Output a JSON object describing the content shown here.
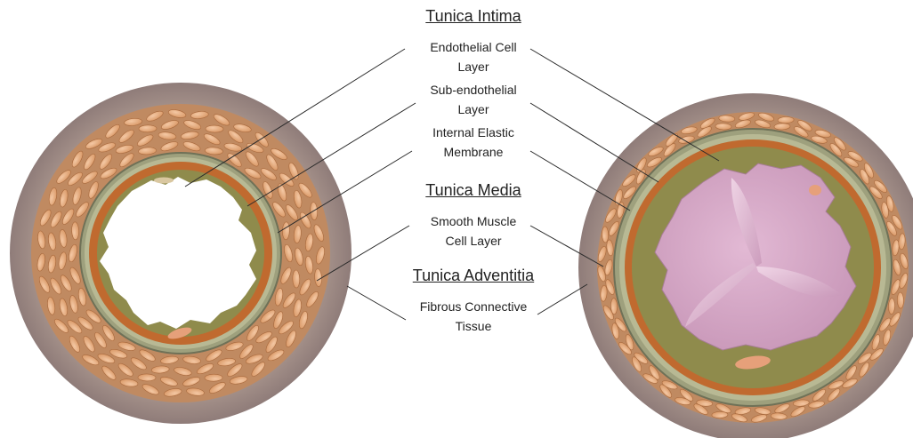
{
  "headings": {
    "intima": "Tunica Intima",
    "media": "Tunica Media",
    "adventitia": "Tunica Adventitia"
  },
  "labels": {
    "endothelial_1": "Endothelial Cell",
    "endothelial_2": "Layer",
    "subendo_1": "Sub-endothelial",
    "subendo_2": "Layer",
    "iem_1": "Internal Elastic",
    "iem_2": "Membrane",
    "smc_1": "Smooth Muscle",
    "smc_2": "Cell Layer",
    "fibrous_1": "Fibrous Connective",
    "fibrous_2": "Tissue"
  },
  "colors": {
    "adventitia": "#a58f89",
    "muscle_band": "#c08a61",
    "muscle_cell": "#e6ad84",
    "elastic_ring": "#9ea07d",
    "subendothelial": "#c06a2f",
    "endothelial": "#8f8b4c",
    "lumen_open": "#ffffff",
    "lumen_occluded": "#d8a8c8"
  }
}
